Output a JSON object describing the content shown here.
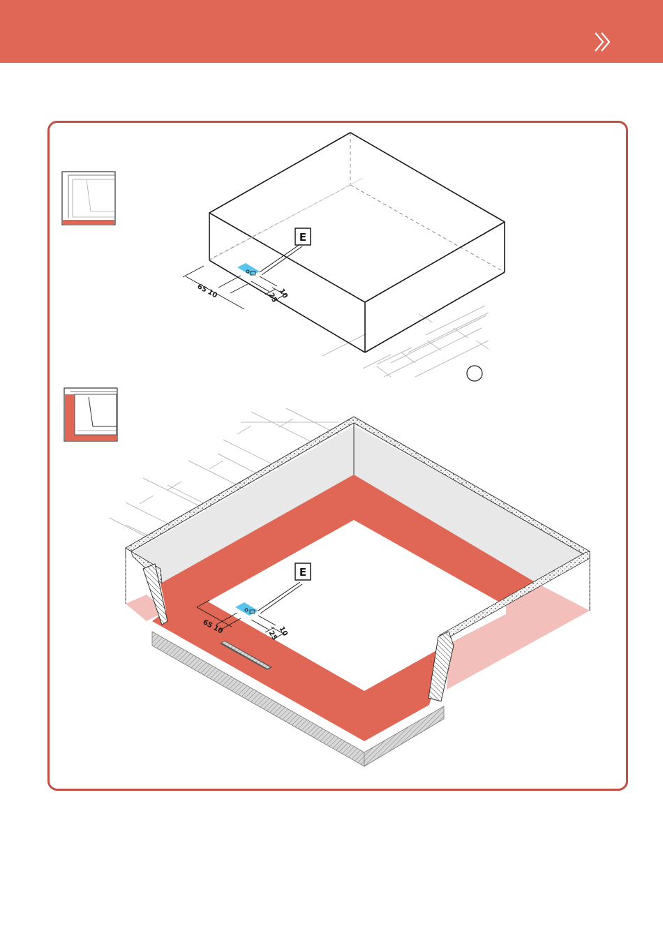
{
  "header": {
    "next_icon": "double-chevron-right-icon"
  },
  "colors": {
    "accent": "#e06656",
    "accent_light": "#f2bfbb",
    "panel_border": "#c14e44",
    "tape": "#5bc4ea",
    "wall_gray": "#e8e8e8"
  },
  "steps": [
    {
      "callout": "E",
      "dimensions": {
        "left_outer": "65",
        "left_inner": "10",
        "right_outer": "25",
        "right_inner": "10"
      }
    },
    {
      "callout": "E",
      "dimensions": {
        "left_outer": "65",
        "left_inner": "10",
        "right_outer": "25",
        "right_inner": "10"
      }
    }
  ]
}
